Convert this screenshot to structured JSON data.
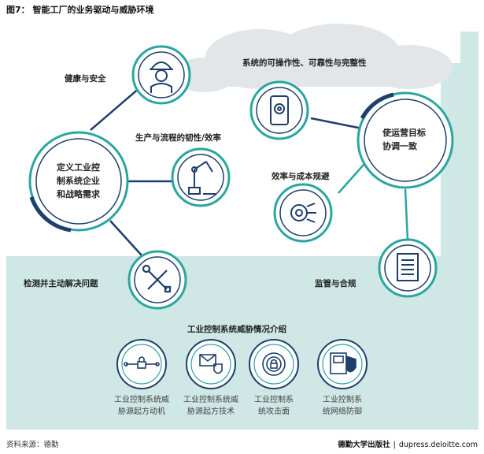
{
  "title": "图7： 智能工厂的业务驱动与威胁环境",
  "source": "资料来源：德勤",
  "publisher": "德勤大学出版社",
  "separator": "|",
  "url": "dupress.deloitte.com",
  "nodes": {
    "health_safety": "健康与安全",
    "production_resilience": "生产与流程的韧性/效率",
    "operability": "系统的可操作性、可靠性与完整性",
    "efficiency_cost": "效率与成本规避",
    "detect_resolve": "检测并主动解决问题",
    "regulation": "监管与合规"
  },
  "center_left": [
    "定义工业控",
    "制系统企业",
    "和战略需求"
  ],
  "center_right": [
    "使运营目标",
    "协调一致"
  ],
  "threat_section": {
    "title": "工业控制系统威胁情况介绍",
    "items": [
      {
        "line1": "工业控制系统威",
        "line2": "胁源起方动机",
        "icon": "network-lock-icon"
      },
      {
        "line1": "工业控制系统威",
        "line2": "胁源起方技术",
        "icon": "email-shield-icon"
      },
      {
        "line1": "工业控制系",
        "line2": "统攻击面",
        "icon": "target-lock-icon"
      },
      {
        "line1": "工业控制系",
        "line2": "统网络防御",
        "icon": "screen-shield-icon"
      }
    ]
  },
  "colors": {
    "teal": "#2aa6a0",
    "navy": "#1e3f6b",
    "light_teal_bg": "#c9e5e3",
    "cloud": "#dfe3e6"
  }
}
